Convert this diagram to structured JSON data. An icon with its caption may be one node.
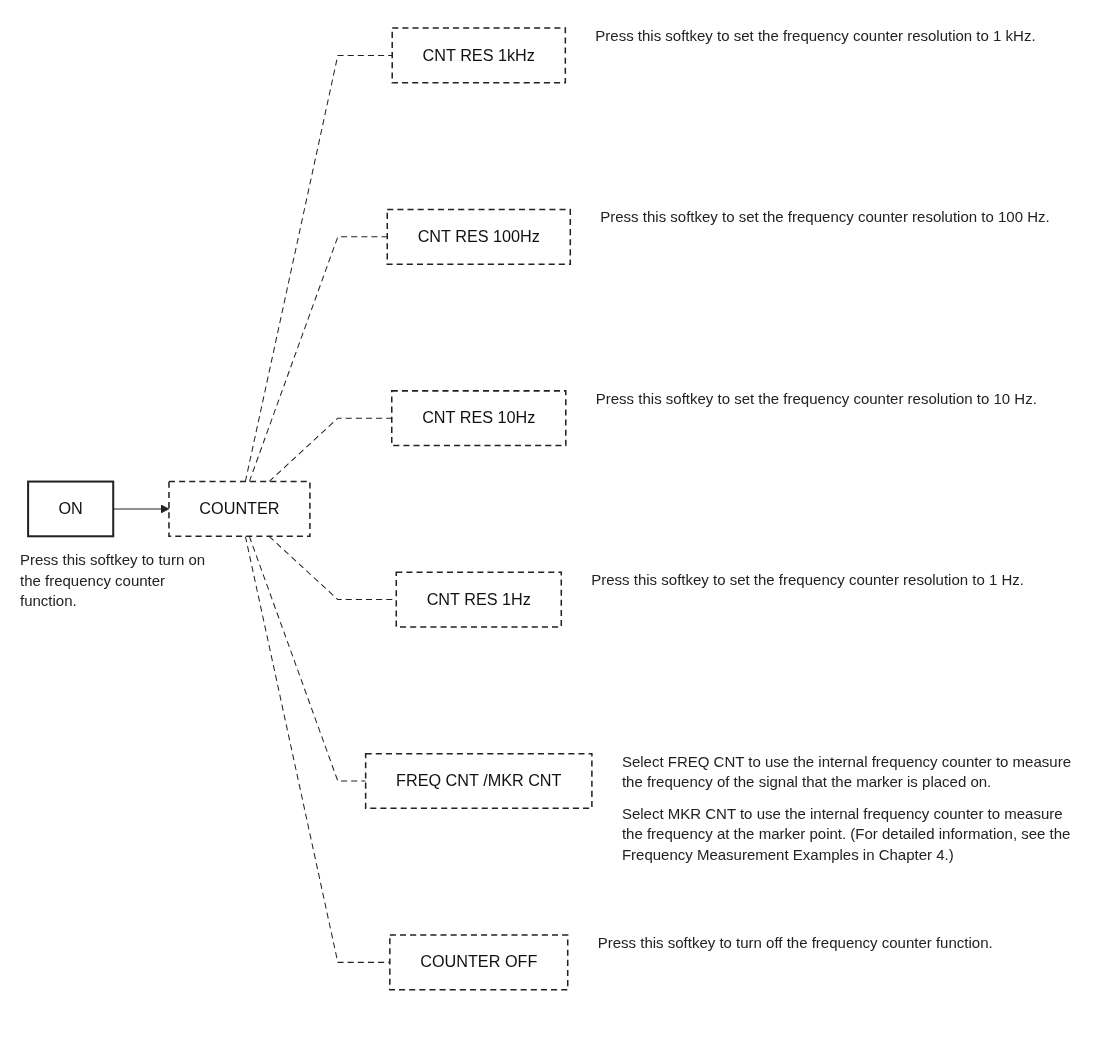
{
  "diagram": {
    "nodes": [
      {
        "text": [
          "ON"
        ]
      },
      {
        "text": [
          "COUNTER"
        ],
        "beside": [
          "Press this softkey to turn on the frequency counter function."
        ]
      },
      {
        "text": [
          "CNT RES 1kHz"
        ],
        "beside": [
          "Press this softkey to set the frequency counter resolution to 1 kHz."
        ]
      },
      {
        "text": [
          "CNT RES 100Hz"
        ],
        "beside": [
          "Press this softkey to set the frequency counter resolution to 100 Hz."
        ]
      },
      {
        "text": [
          "CNT RES 10Hz"
        ],
        "beside": [
          "Press this softkey to set the frequency counter resolution to 10 Hz."
        ]
      },
      {
        "text": [
          "CNT RES 1Hz"
        ],
        "beside": [
          "Press this softkey to set the frequency counter resolution to 1 Hz."
        ]
      },
      {
        "text": [
          "FREQ CNT /MKR CNT"
        ],
        "beside": [
          "Select FREQ CNT to use the internal frequency counter to measure the frequency of the signal that the marker is placed on.",
          "Select MKR CNT to use the internal frequency counter to measure the frequency at the marker point. (For detailed information, see the Frequency Measurement Examples in Chapter 4.)"
        ]
      },
      {
        "text": [
          "COUNTER OFF"
        ],
        "beside": [
          "Press this softkey to turn off the frequency counter function."
        ]
      }
    ],
    "edges": [
      {
        "from": 0,
        "to": 1,
        "arrow": "to"
      },
      {
        "from": 1,
        "to": 2,
        "arrow": "none",
        "style": "dashed"
      },
      {
        "from": 1,
        "to": 3,
        "arrow": "none",
        "style": "dashed"
      },
      {
        "from": 1,
        "to": 4,
        "arrow": "none",
        "style": "dashed"
      },
      {
        "from": 1,
        "to": 5,
        "arrow": "none",
        "style": "dashed"
      },
      {
        "from": 1,
        "to": 6,
        "arrow": "none",
        "style": "dashed"
      },
      {
        "from": 1,
        "to": 7,
        "arrow": "none",
        "style": "dashed"
      }
    ]
  }
}
